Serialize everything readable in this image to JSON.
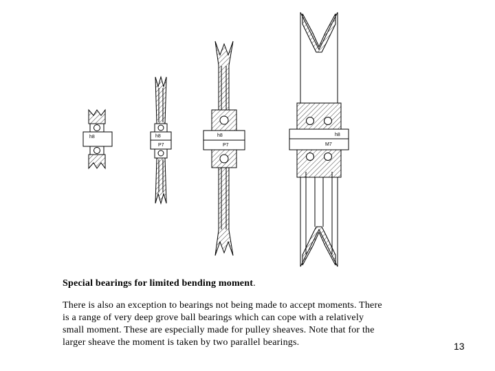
{
  "figure": {
    "labels": {
      "bearing1_shaft": "h8",
      "bearing2_shaft": "h8",
      "bearing2_hub": "P7",
      "bearing3_shaft": "h8",
      "bearing3_hub": "P7",
      "bearing4_shaft": "h8",
      "bearing4_hub": "M7"
    }
  },
  "caption": {
    "title": "Special bearings for limited bending moment",
    "title_end": "."
  },
  "body": {
    "lines": [
      "There is also an exception to bearings not being made to accept moments. There",
      "is a range of very deep grove ball bearings which can cope with a relatively",
      "small moment. These are especially made for pulley sheaves. Note that for the",
      "larger sheave the moment is taken by two parallel bearings."
    ]
  },
  "page_number": "13"
}
